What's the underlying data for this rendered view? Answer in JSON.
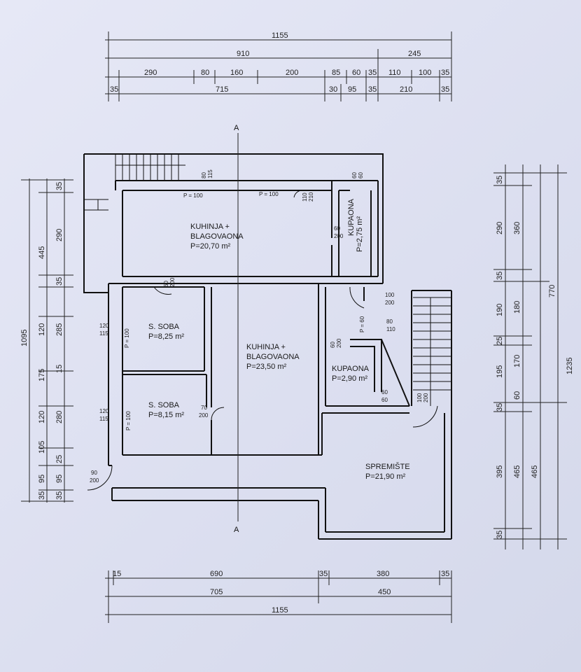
{
  "section_marker": "A",
  "top_dims": {
    "overall": "1155",
    "row2_left": "910",
    "row2_right": "245",
    "row3": [
      "290",
      "80",
      "160",
      "200",
      "85",
      "60",
      "35",
      "110",
      "100",
      "35"
    ],
    "row4": [
      "35",
      "715",
      "30",
      "95",
      "35",
      "210",
      "35"
    ]
  },
  "bottom_dims": {
    "row1": [
      "15",
      "690",
      "35",
      "380",
      "35"
    ],
    "row2": [
      "705",
      "450"
    ],
    "overall": "1155"
  },
  "left_dims": {
    "outer": "1095",
    "mid": [
      "445",
      "120",
      "175",
      "120",
      "105",
      "95",
      "35"
    ],
    "inner": [
      "35",
      "290",
      "35",
      "285",
      "15",
      "280",
      "25",
      "95",
      "35"
    ]
  },
  "right_dims": {
    "outer": "1235",
    "mid": [
      "770",
      "465"
    ],
    "inner1": [
      "360",
      "180",
      "170",
      "60"
    ],
    "inner2": [
      "35",
      "290",
      "35",
      "190",
      "25",
      "195",
      "35",
      "395",
      "35"
    ]
  },
  "rooms": [
    {
      "name1": "KUHINJA +",
      "name2": "BLAGOVAONA",
      "area": "P=20,70 m²"
    },
    {
      "name1": "KUPAONA",
      "area": "P=2,75 m²"
    },
    {
      "name1": "S. SOBA",
      "area": "P=8,25 m²"
    },
    {
      "name1": "S. SOBA",
      "area": "P=8,15 m²"
    },
    {
      "name1": "KUHINJA +",
      "name2": "BLAGOVAONA",
      "area": "P=23,50 m²"
    },
    {
      "name1": "KUPAONA",
      "area": "P=2,90 m²"
    },
    {
      "name1": "SPREMIŠTE",
      "area": "P=21,90 m²"
    }
  ],
  "openings": {
    "w1": "P = 100",
    "w2": "P = 100",
    "w3": "P = 100",
    "w4": "P = 100",
    "d1a": "80",
    "d1b": "115",
    "d2a": "110",
    "d2b": "210",
    "d3a": "60",
    "d3b": "60",
    "d4a": "60",
    "d4b": "200",
    "d5a": "60",
    "d5b": "200",
    "d6a": "100",
    "d6b": "200",
    "d7a": "80",
    "d7b": "110",
    "d8a": "60",
    "d8b": "200",
    "d9a": "60",
    "d9b": "60",
    "d10a": "120",
    "d10b": "115",
    "d11a": "120",
    "d11b": "115",
    "d12a": "70",
    "d12b": "200",
    "d13a": "90",
    "d13b": "200",
    "d14a": "100",
    "d14b": "200",
    "d15a": "P = 60"
  }
}
